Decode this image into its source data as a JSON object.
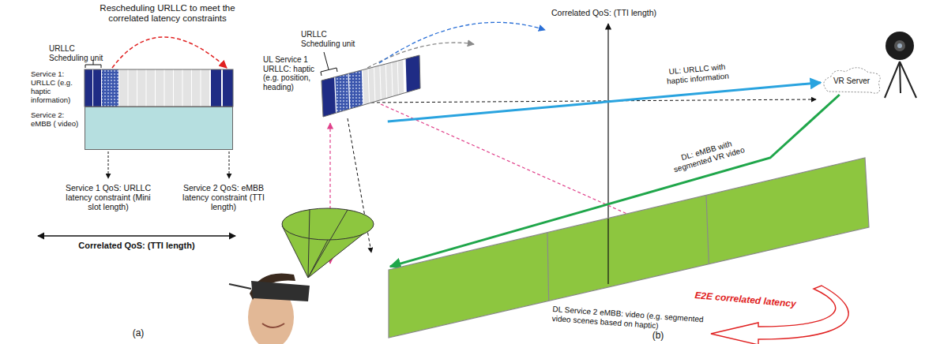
{
  "diagram": {
    "nodes": [
      {
        "text": [
          "Service 1: URLLC (e.g. haptic information)"
        ]
      },
      {
        "text": [
          "Service 2: eMBB ( video)"
        ]
      },
      {
        "text": [
          "UL Service 1 URLLC: haptic (e.g. position, heading)"
        ]
      },
      {
        "text": [
          "VR Server"
        ]
      },
      {
        "text": [
          "DL Service 2 eMBB: video (e.g. segmented video scenes based on haptic)"
        ]
      }
    ],
    "edges": [
      {
        "from": 2,
        "to": 3,
        "arrow": "to",
        "label": "UL: URLLC with haptic information"
      },
      {
        "from": 3,
        "to": 4,
        "arrow": "to",
        "label": "DL: eMBB with segmented VR video"
      }
    ],
    "labels": [
      "Rescheduling URLLC to meet the correlated latency constraints",
      "URLLC Scheduling unit",
      "Service 1 QoS: URLLC latency constraint (Mini slot length)",
      "Service 2 QoS: eMBB latency constraint (TTI length)",
      "Correlated QoS: (TTI length)",
      "(a)",
      "Correlated QoS: (TTI length)",
      "URLLC Scheduling unit",
      "E2E correlated latency",
      "(b)"
    ]
  }
}
